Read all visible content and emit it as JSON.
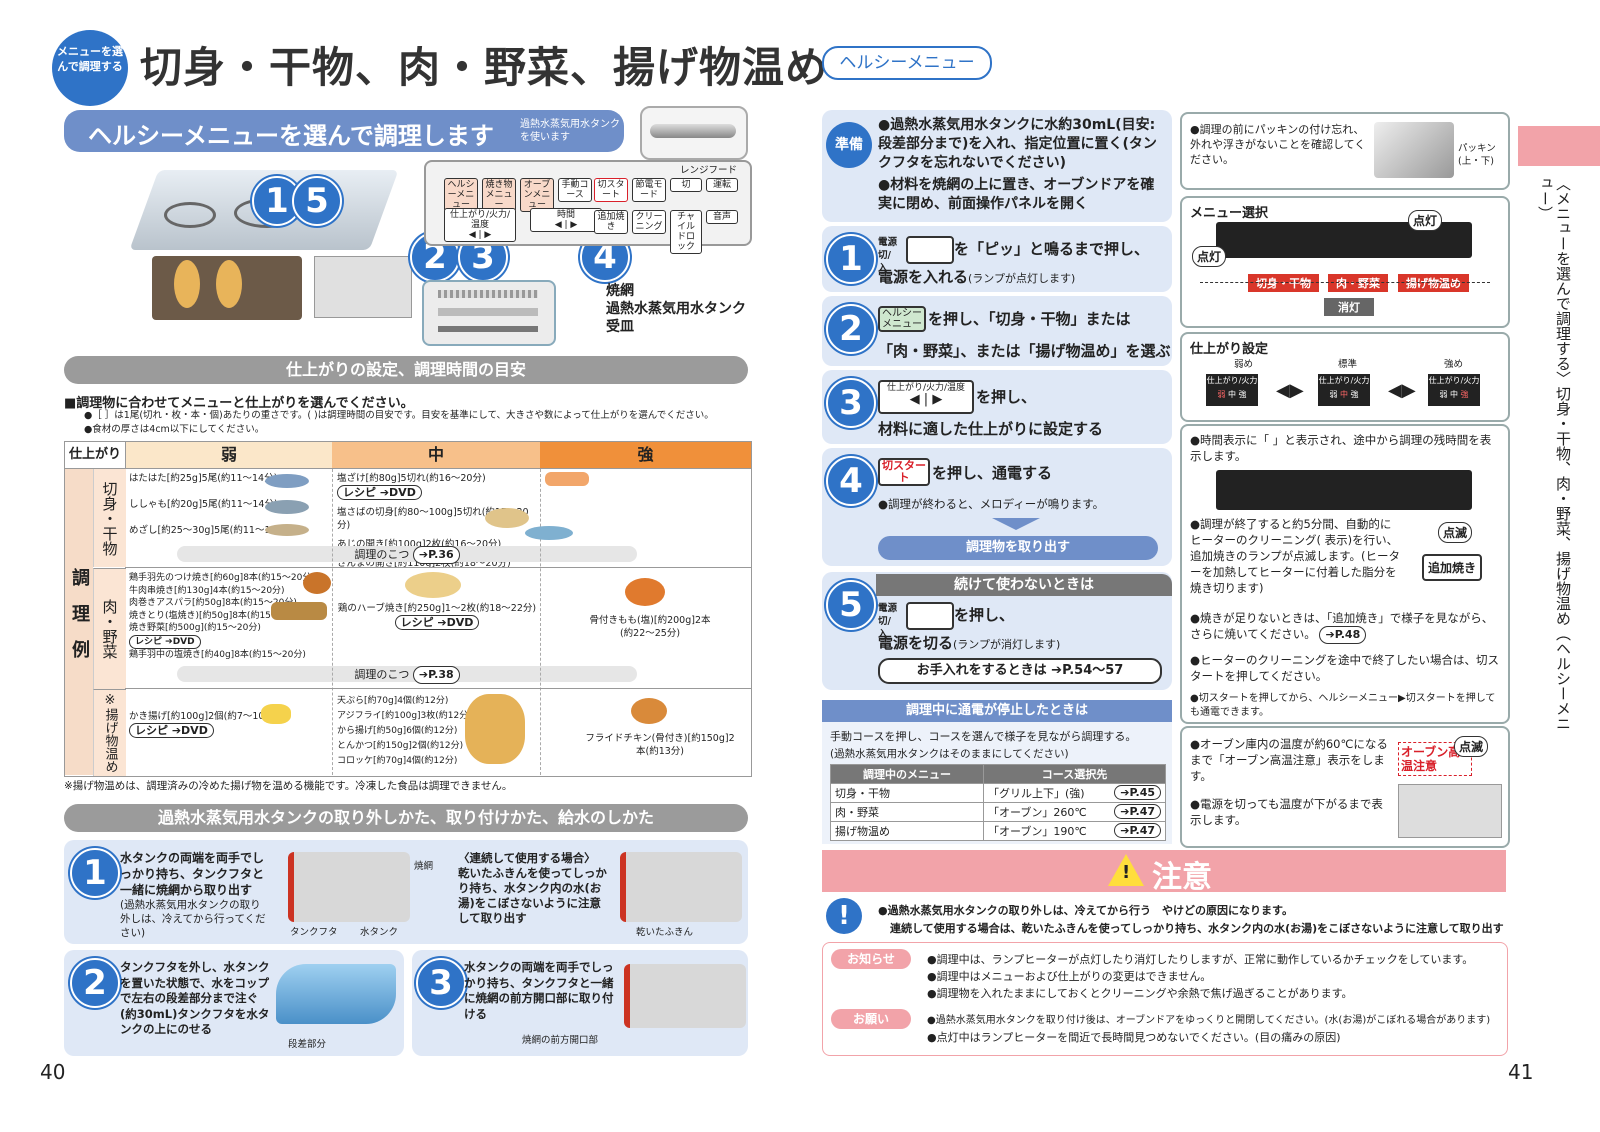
{
  "header": {
    "badge": "メニューを選んで調理する",
    "title": "切身・干物、肉・野菜、揚げ物温め",
    "right_tab": "ヘルシーメニュー",
    "side_label": "〈メニューを選んで調理する〉切身・干物、肉・野菜、揚げ物温め（ヘルシーメニュー）"
  },
  "left": {
    "section1_title": "ヘルシーメニューを選んで調理します",
    "section1_note": "過熱水蒸気用水タンクを使います",
    "panel_buttons": [
      "ヘルシーメニュー",
      "焼き物メニュー",
      "オーブンメニュー",
      "手動コース",
      "切スタート",
      "節電モード",
      "切",
      "運転",
      "チャイルドロック",
      "音声",
      "追加焼き",
      "クリーニング",
      "時間",
      "仕上がり/火力/温度"
    ],
    "panel_group": "レンジフード",
    "callouts": [
      "1",
      "5",
      "2",
      "3",
      "4"
    ],
    "oven_labels": [
      "焼網",
      "過熱水蒸気用水タンク",
      "受皿"
    ],
    "section2_title": "仕上がりの設定、調理時間の目安",
    "guide_heading": "■調理物に合わせてメニューと仕上がりを選んでください。",
    "guide_notes": [
      "●［ ］は1尾(切れ・枚・本・個)あたりの重さです。(  )は調理時間の目安です。目安を基準にして、大きさや数によって仕上がりを選んでください。",
      "●食材の厚さは4cm以下にしてください。"
    ],
    "table": {
      "corner": "仕上がり",
      "cols": [
        "弱",
        "中",
        "強"
      ],
      "row_group": "調理例",
      "rows": [
        {
          "label": "切身・干物",
          "weak": [
            "はたはた[約25g]5尾(約11～14分)",
            "ししゃも[約20g]5尾(約11～14分)",
            "めざし[約25～30g]5尾(約11～14分)"
          ],
          "mid": [
            "塩ざけ[約80g]5切れ(約16～20分)",
            "塩さばの切身[約80～100g]5切れ(約17～20分)",
            "あじの開き[約100g]2枚(約16～20分)",
            "さんまの開き[約110g]2枚(約18～20分)"
          ],
          "mid_recipe": "レシピ",
          "strong": [],
          "tip": "調理のこつ",
          "tip_page": "P.36"
        },
        {
          "label": "肉・野菜",
          "weak": [
            "鶏手羽先のつけ焼き[約60g]8本(約15～20分)",
            "牛肉串焼き[約130g]4本(約15～20分)",
            "肉巻きアスパラ[約50g]8本(約15～20分)",
            "焼きとり(塩焼き)[約50g]8本(約15～20分)",
            "焼き野菜[約500g](約15～20分)",
            "鶏手羽中の塩焼き[約40g]8本(約15～20分)"
          ],
          "weak_recipe": "レシピ",
          "mid": [
            "鶏のハーブ焼き[約250g]1～2枚(約18～22分)"
          ],
          "mid_recipe": "レシピ",
          "strong": [
            "骨付きもも(塩)[約200g]2本(約22～25分)"
          ],
          "tip": "調理のこつ",
          "tip_page": "P.38"
        },
        {
          "label": "※揚げ物温め",
          "weak": [
            "かき揚げ[約100g]2個(約7～10分)"
          ],
          "weak_recipe": "レシピ",
          "mid": [
            "天ぷら[約70g]4個(約12分)",
            "アジフライ[約100g]3枚(約12分)",
            "から揚げ[約50g]6個(約12分)",
            "とんかつ[約150g]2個(約12分)",
            "コロッケ[約70g]4個(約12分)"
          ],
          "strong": [
            "フライドチキン(骨付き)[約150g]2本(約13分)"
          ]
        }
      ],
      "dvd": "DVD"
    },
    "table_note": "※揚げ物温めは、調理済みの冷めた揚げ物を温める機能です。冷凍した食品は調理できません。",
    "section3_title": "過熱水蒸気用水タンクの取り外しかた、取り付けかた、給水のしかた",
    "steps": [
      {
        "num": "1",
        "text": "水タンクの両端を両手でしっかり持ち、タンクフタと一緒に焼網から取り出す",
        "sub": "(過熱水蒸気用水タンクの取り外しは、冷えてから行ってください)",
        "labels": [
          "焼網",
          "タンクフタ",
          "水タンク"
        ],
        "extra_title": "〈連続して使用する場合〉",
        "extra": "乾いたふきんを使ってしっかり持ち、水タンク内の水(お湯)をこぼさないように注意して取り出す",
        "extra_label": "乾いたふきん"
      },
      {
        "num": "2",
        "text": "タンクフタを外し、水タンクを置いた状態で、水をコップで左右の段差部分まで注ぐ(約30mL)タンクフタを水タンクの上にのせる",
        "labels": [
          "段差部分"
        ]
      },
      {
        "num": "3",
        "text": "水タンクの両端を両手でしっかり持ち、タンクフタと一緒に焼網の前方開口部に取り付ける",
        "labels": [
          "焼網の前方開口部"
        ]
      }
    ],
    "page_num": "40"
  },
  "right": {
    "prep_label": "準備",
    "prep_text": [
      "●過熱水蒸気用水タンクに水約30mL(目安:段差部分まで)を入れ、指定位置に置く(タンクフタを忘れないでください)",
      "●材料を焼網の上に置き、オーブンドアを確実に閉め、前面操作パネルを開く"
    ],
    "steps": [
      {
        "num": "1",
        "key": "電源切/入",
        "text": "を「ピッ」と鳴るまで押し、",
        "text2": "電源を入れる",
        "note": "(ランプが点灯します)"
      },
      {
        "num": "2",
        "key": "ヘルシーメニュー",
        "text": "を押し、「切身・干物」または",
        "text2": "「肉・野菜」、または「揚げ物温め」を選ぶ"
      },
      {
        "num": "3",
        "key": "仕上がり/火力/温度",
        "text": "を押し、",
        "text2": "材料に適した仕上がりに設定する"
      },
      {
        "num": "4",
        "key": "切スタート",
        "text": "を押し、通電する",
        "note": "●調理が終わると、メロディーが鳴ります。",
        "action": "調理物を取り出す"
      },
      {
        "num": "5",
        "title": "続けて使わないときは",
        "key": "電源切/入",
        "text": "を押し、",
        "text2": "電源を切る",
        "note": "(ランプが消灯します)",
        "care": "お手入れをするときは",
        "care_page": "P.54～57"
      }
    ],
    "side": {
      "packing_note": "●調理の前にパッキンの付け忘れ、外れや浮きがないことを確認してください。",
      "packing_label": "パッキン(上・下)",
      "menu_select_title": "メニュー選択",
      "lit": "点灯",
      "menu_flow": [
        "切身・干物",
        "肉・野菜",
        "揚げ物温め"
      ],
      "off": "消灯",
      "finish_title": "仕上がり設定",
      "finish_levels": [
        "弱め",
        "標準",
        "強め"
      ],
      "finish_key": "仕上がり/火力",
      "finish_vals": [
        "弱",
        "中",
        "強"
      ],
      "notes": [
        "●時間表示に「 」と表示され、途中から調理の残時間を表示します。",
        "●調理が終了すると約5分間、自動的にヒーターのクリーニング( 表示)を行い、追加焼きのランプが点滅します。(ヒーターを加熱してヒーターに付着した脂分を焼き切ります)",
        "●焼きが足りないときは、「追加焼き」で様子を見ながら、さらに焼いてください。",
        "●ヒーターのクリーニングを途中で終了したい場合は、切スタートを押してください。",
        "●切スタートを押してから、ヘルシーメニュー▶切スタートを押しても通電できます。"
      ],
      "note_page": "P.48",
      "blink": "点滅",
      "extra_bake": "追加焼き",
      "oven_notes": [
        "●オーブン庫内の温度が約60℃になるまで「オーブン高温注意」表示をします。",
        "●電源を切っても温度が下がるまで表示します。"
      ],
      "oven_warn": "オーブン高温注意"
    },
    "outage": {
      "title": "調理中に通電が停止したときは",
      "text": "手動コースを押し、コースを選んで様子を見ながら調理する。",
      "sub": "(過熱水蒸気用水タンクはそのままにしてください)",
      "headers": [
        "調理中のメニュー",
        "コース選択先"
      ],
      "rows": [
        [
          "切身・干物",
          "「グリル上下」(強)",
          "P.45"
        ],
        [
          "肉・野菜",
          "「オーブン」260℃",
          "P.47"
        ],
        [
          "揚げ物温め",
          "「オーブン」190℃",
          "P.47"
        ]
      ]
    },
    "caution_title": "注意",
    "caution_lines": [
      "●過熱水蒸気用水タンクの取り外しは、冷えてから行う　やけどの原因になります。",
      "連続して使用する場合は、乾いたふきんを使ってしっかり持ち、水タンク内の水(お湯)をこぼさないように注意して取り出す"
    ],
    "notice_label": "お知らせ",
    "notice_lines": [
      "●調理中は、ランプヒーターが点灯したり消灯したりしますが、正常に動作しているかチェックをしています。",
      "●調理中はメニューおよび仕上がりの変更はできません。",
      "●調理物を入れたままにしておくとクリーニングや余熱で焦げ過ぎることがあります。"
    ],
    "request_label": "お願い",
    "request_lines": [
      "●過熱水蒸気用水タンクを取り付け後は、オーブンドアをゆっくりと開閉してください。(水(お湯)がこぼれる場合があります)",
      "●点灯中はランプヒーターを間近で長時間見つめないでください。(目の痛みの原因)"
    ],
    "page_num": "41"
  },
  "colors": {
    "accent_blue": "#2f73c7",
    "section_blue": "#6f8fc9",
    "gray_bar": "#9b9b9b",
    "pink": "#f2a3a9",
    "orange_head": "#f0903a",
    "red": "#d9202a"
  }
}
